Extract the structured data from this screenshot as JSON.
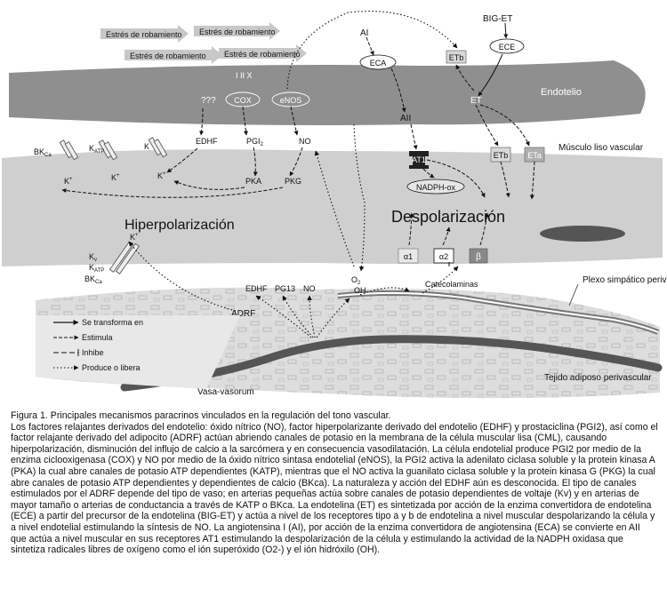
{
  "diagram": {
    "stress_labels": [
      "Estrés de robamiento",
      "Estrés de robamiento",
      "Estrés de robamiento",
      "Estrés de robamiento"
    ],
    "endothelium_label": "Endotelio",
    "muscle_label": "Músculo liso vascular",
    "adipose_label": "Tejido adiposo perivascular",
    "sympathetic_label": "Plexo simpático perivascular",
    "vasa_label": "Vasa-vasorum",
    "hyperpolarization": "Hiperpolarización",
    "depolarization": "Despolarización",
    "nodes": {
      "ai": "AI",
      "eca": "ECA",
      "big_et": "BIG-ET",
      "ece": "ECE",
      "etb_endo": "ETb",
      "et": "ET",
      "aii": "AII",
      "at1": "AT1",
      "nadph": "NADPH-ox",
      "etb_muscle": "ETb",
      "eta": "ETa",
      "unknown": "???",
      "cox": "COX",
      "enos": "eNOS",
      "roman": "I II X",
      "edhf": "EDHF",
      "pgi2": "PGI",
      "pgi2_sub": "2",
      "no": "NO",
      "pka": "PKA",
      "pkg": "PKG",
      "bk": "BK",
      "bk_sub": "Ca",
      "katp": "K",
      "katp_sub": "ATP",
      "k": "K",
      "k_sup": "+",
      "kv": "K",
      "kv_sub": "v",
      "o2": "O",
      "o2_sub": "2",
      "oh": "OH",
      "alpha1": "α1",
      "alpha2": "α2",
      "beta": "β",
      "catecholamines": "Catecolaminas",
      "adrf": "ADRF",
      "adrf_edhf": "EDHF",
      "pg13": "PG13",
      "adrf_no": "NO"
    },
    "legend": {
      "transforms": "Se transforma en",
      "stimulates": "Estimula",
      "inhibits": "Inhibe",
      "produces": "Produce o libera"
    }
  },
  "caption": {
    "title": "Figura 1. Principales mecanismos paracrinos vinculados en la regulación del tono vascular.",
    "body": "Los factores relajantes derivados del endotelio: óxido nítrico (NO), factor hiperpolarizante derivado del endotelio (EDHF) y prostaciclina (PGI2), así como el factor relajante derivado del adipocito (ADRF) actúan abriendo canales de potasio en la membrana de la célula muscular lisa (CML), causando hiperpolarización, disminución del influjo de calcio a la sarcómera y en consecuencia vasodilatación. La célula endotelial produce PGI2 por medio de la enzima ciclooxigenasa (COX) y NO por medio de la óxido nítrico sintasa endotelial (eNOS), la PGI2 activa la adenilato ciclasa soluble y la protein kinasa A (PKA) la cual abre canales de potasio ATP dependientes (KATP), mientras que el NO activa la guanilato ciclasa soluble y la protein kinasa G (PKG) la cual abre canales de potasio ATP dependientes y dependientes de calcio (BKca). La naturaleza y acción del EDHF aún es desconocida. El tipo de canales estimulados por el ADRF depende del tipo de vaso; en arterias pequeñas actúa sobre canales de potasio dependientes de voltaje (Kv) y en arterias de mayor tamaño o arterias de conductancia a través de KATP o BKca. La endotelina (ET) es sintetizada por acción de la enzima convertidora de endotelina (ECE) a partir del precursor de la endotelina (BIG-ET) y actúa a nivel de los receptores tipo a y b de endotelina a nivel muscular despolarizando la célula y a nivel endotelial estimulando la síntesis de NO. La angiotensina I (AI), por acción de la enzima convertidora de angiotensina (ECA) se convierte en AII que actúa a nivel muscular en sus receptores AT1 estimulando la despolarización de la célula y estimulando la actividad de la NADPH oxidasa que sintetiza radicales libres de oxígeno como el ión superóxido (O2-) y el ión hidróxilo (OH)."
  }
}
